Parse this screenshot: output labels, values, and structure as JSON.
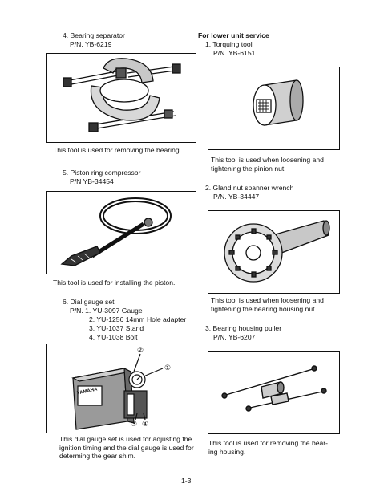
{
  "left_column": {
    "tool4": {
      "heading": "4. Bearing separator",
      "pn": "P/N. YB-6219",
      "caption": "This tool is used for removing the bearing."
    },
    "tool5": {
      "heading": "5. Piston ring compressor",
      "pn": "P/N YB-34454",
      "caption": "This tool is used for installing the piston."
    },
    "tool6": {
      "heading": "6. Dial gauge set",
      "items": [
        "P/N. 1. YU-3097 Gauge",
        "2. YU-1256 14mm Hole adapter",
        "3. YU-1037 Stand",
        "4. YU-1038 Bolt"
      ],
      "callouts": [
        "②",
        "①",
        "③",
        "④"
      ],
      "brand": "YAMAHA",
      "caption": "This dial gauge set is used for adjusting the ignition timing and the dial gauge is used for determing the gear shim."
    }
  },
  "right_column": {
    "section_title": "For lower unit service",
    "tool1": {
      "heading": "1. Torquing tool",
      "pn": "P/N. YB-6151",
      "caption": "This tool is used when loosening and tightening the pinion nut."
    },
    "tool2": {
      "heading": "2. Gland nut spanner wrench",
      "pn": "P/N. YB-34447",
      "caption": "This tool is used when loosening and tightening the bearing housing nut."
    },
    "tool3": {
      "heading": "3. Bearing housing puller",
      "pn": "P/N. YB-6207",
      "caption": "This tool is used for removing the bear- ing housing."
    }
  },
  "page_number": "1-3"
}
